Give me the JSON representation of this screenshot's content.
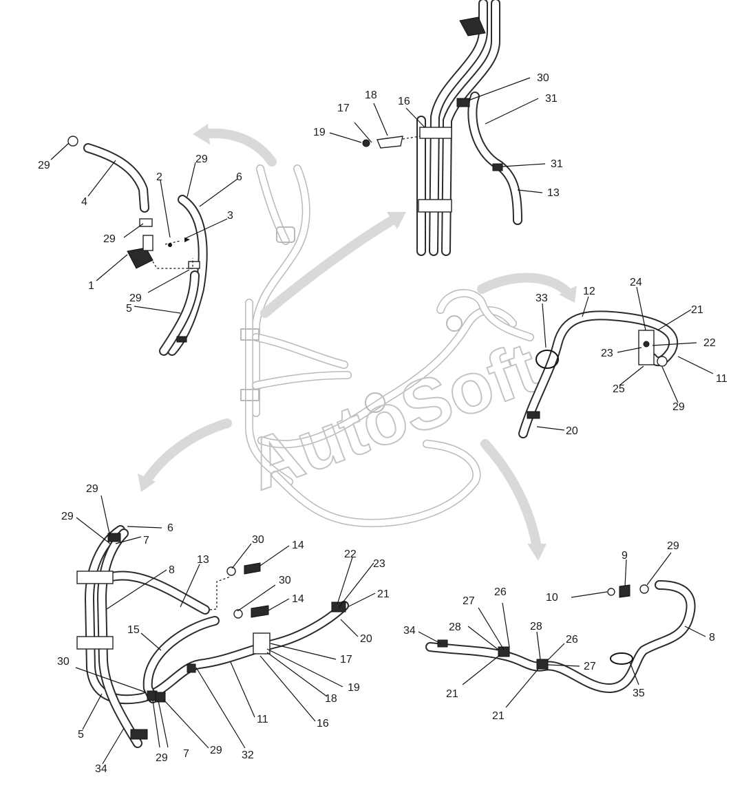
{
  "watermark": "AutoSoft",
  "colors": {
    "line": "#2a2a2a",
    "ghost": "#b9b9b9",
    "arrow": "#d9d9d9"
  },
  "callouts": {
    "tl": [
      "29",
      "4",
      "2",
      "29",
      "6",
      "3",
      "29",
      "1",
      "29",
      "5"
    ],
    "tc": [
      "17",
      "18",
      "16",
      "19",
      "30",
      "31",
      "31",
      "13"
    ],
    "r": [
      "33",
      "12",
      "24",
      "21",
      "22",
      "23",
      "11",
      "25",
      "29",
      "20"
    ],
    "bl": [
      "29",
      "29",
      "6",
      "7",
      "8",
      "13",
      "30",
      "14",
      "30",
      "14",
      "22",
      "23",
      "21",
      "20",
      "15",
      "17",
      "19",
      "18",
      "16",
      "11",
      "32",
      "29",
      "7",
      "29",
      "5",
      "34",
      "30"
    ],
    "br": [
      "9",
      "29",
      "10",
      "26",
      "27",
      "28",
      "28",
      "26",
      "27",
      "34",
      "8",
      "35",
      "21",
      "21"
    ]
  }
}
